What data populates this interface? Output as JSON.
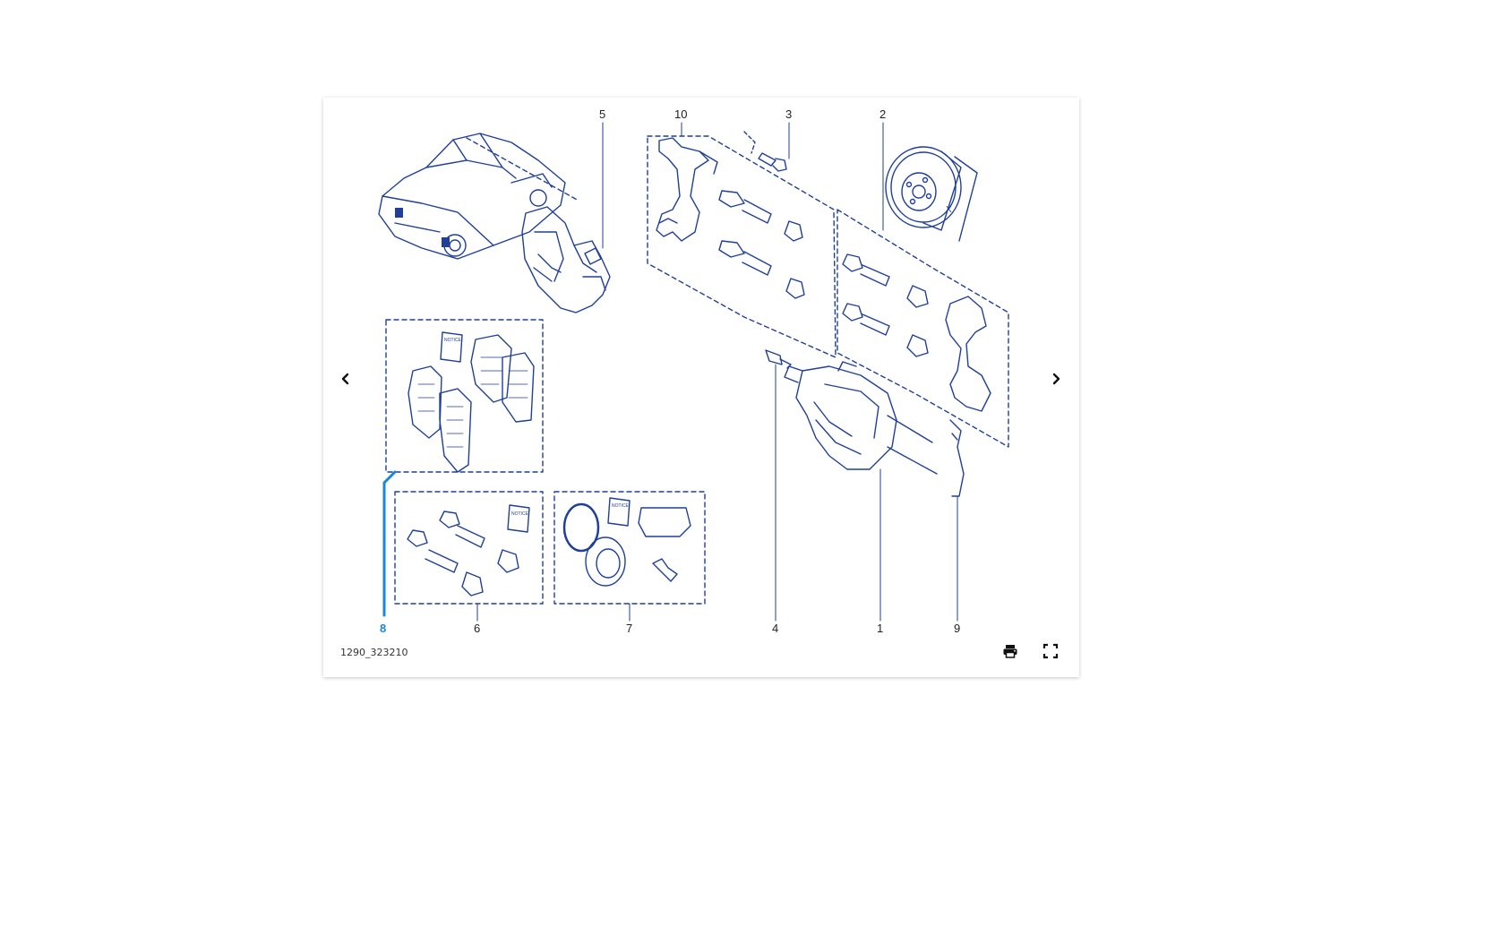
{
  "diagram": {
    "reference_code": "1290_323210",
    "callouts": [
      {
        "id": "c1",
        "label": "1"
      },
      {
        "id": "c2",
        "label": "2"
      },
      {
        "id": "c3",
        "label": "3"
      },
      {
        "id": "c4",
        "label": "4"
      },
      {
        "id": "c5",
        "label": "5"
      },
      {
        "id": "c6",
        "label": "6"
      },
      {
        "id": "c7",
        "label": "7"
      },
      {
        "id": "c8",
        "label": "8",
        "active": true
      },
      {
        "id": "c9",
        "label": "9"
      },
      {
        "id": "c10",
        "label": "10"
      }
    ],
    "notice_label": "NOTICE",
    "disc_marker": "X"
  },
  "colors": {
    "line_art": "#1f3f9a",
    "highlight": "#1787e0",
    "text": "#222222"
  },
  "icons": {
    "prev": "chevron-left-icon",
    "next": "chevron-right-icon",
    "print": "print-icon",
    "fullscreen": "fullscreen-icon"
  }
}
